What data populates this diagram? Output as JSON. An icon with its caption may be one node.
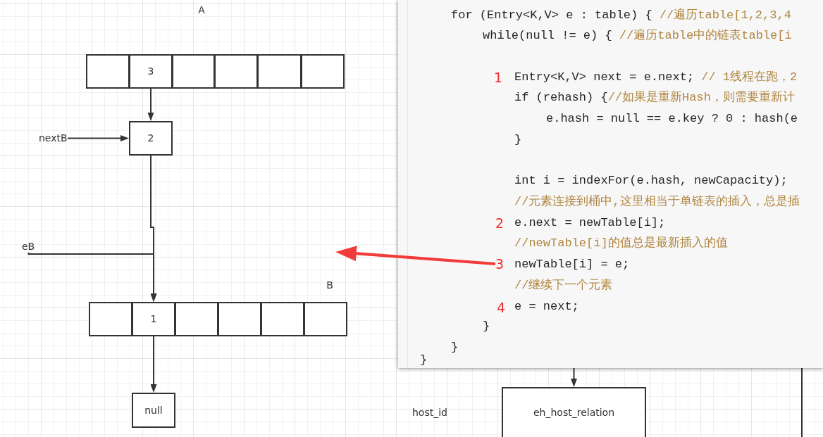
{
  "diagram": {
    "nodes": [
      {
        "text": [],
        "shape": "box"
      },
      {
        "text": [
          "3"
        ]
      },
      {
        "text": [],
        "shape": "box"
      },
      {
        "text": [],
        "shape": "box"
      },
      {
        "text": [],
        "shape": "box"
      },
      {
        "text": [],
        "shape": "box"
      },
      {
        "text": [
          "nextB"
        ]
      },
      {
        "text": [
          "2"
        ]
      },
      {
        "text": [
          "eB"
        ]
      },
      {
        "text": [],
        "shape": "box"
      },
      {
        "text": [
          "1"
        ]
      },
      {
        "text": [],
        "shape": "box"
      },
      {
        "text": [],
        "shape": "box"
      },
      {
        "text": [],
        "shape": "box"
      },
      {
        "text": [],
        "shape": "box"
      },
      {
        "text": [
          "null"
        ]
      },
      {
        "text": [
          "for (Entry<K,V> e : table) {",
          "//遍历table[1,2,3,4",
          "while(null != e) {",
          "//遍历table中的链表table[i",
          "Entry<K,V> next = e.next;",
          "// 1线程在跑，2",
          "if (rehash) {",
          "//如果是重新Hash，则需要重新计",
          "e.hash = null == e.key ? 0 : hash(e",
          "}",
          "int i = indexFor(e.hash, newCapacity);",
          "//元素连接到桶中,这里相当于单链表的插入，总是插",
          "e.next = newTable[i];",
          "//newTable[i]的值总是最新插入的值",
          "newTable[i] = e;",
          "//继续下一个元素",
          "e = next;",
          "}",
          "}",
          "}"
        ]
      },
      {
        "text": [
          "3"
        ],
        "in": 16
      },
      {
        "text": [
          "eh_host_relation"
        ]
      }
    ],
    "edges": [
      {
        "from": 1,
        "to": 7,
        "arrow": "to"
      },
      {
        "from": 6,
        "to": 7,
        "arrow": "to"
      },
      {
        "from": 7,
        "to": 10,
        "arrow": "to"
      },
      {
        "from": 8,
        "to": 10,
        "arrow": "to"
      },
      {
        "from": 10,
        "to": 15,
        "arrow": "to"
      },
      {
        "from": 17,
        "to": null,
        "arrow": "to",
        "style": "thick",
        "color": "#f23b3b"
      },
      {
        "from": 16,
        "to": 18,
        "arrow": "to"
      }
    ],
    "labels": [
      "A",
      "1",
      "2",
      "B",
      "4",
      "host_id"
    ]
  }
}
